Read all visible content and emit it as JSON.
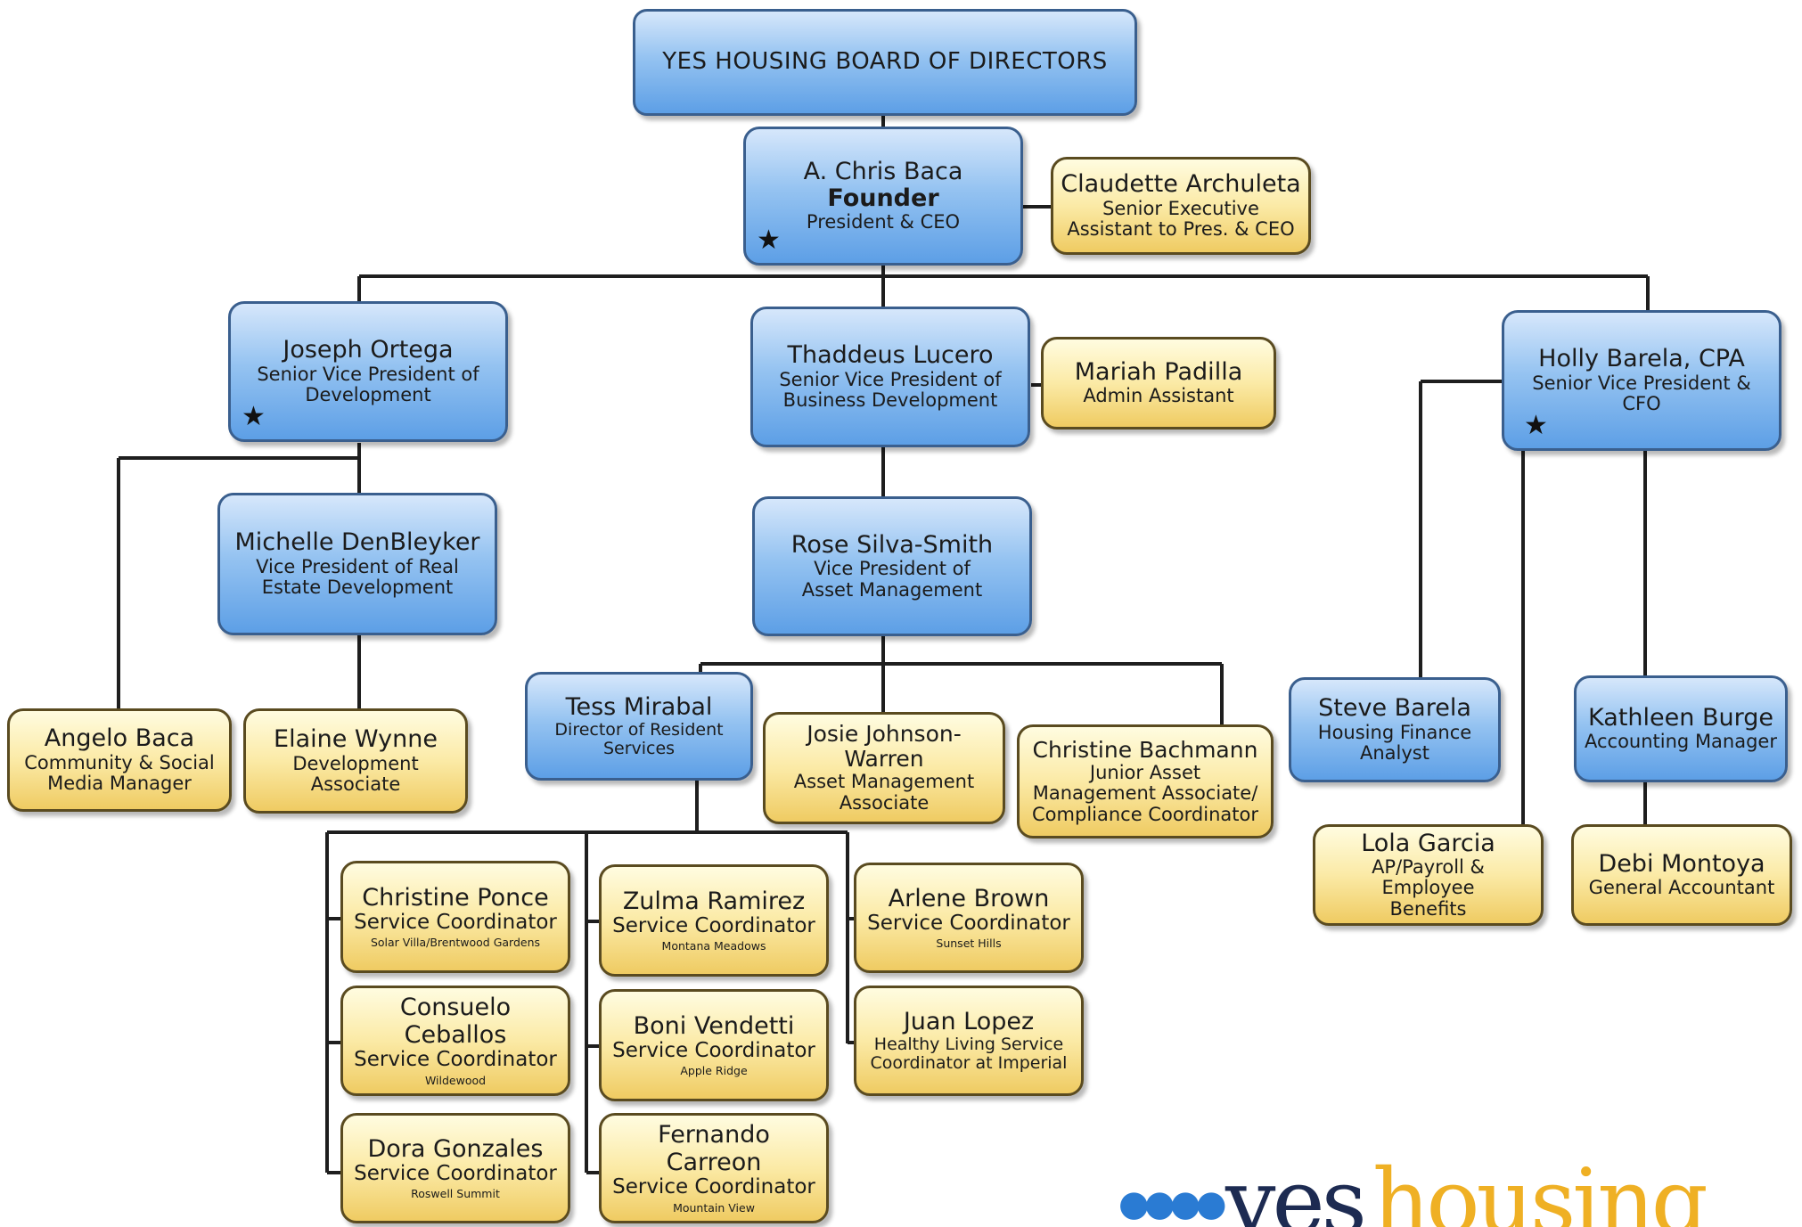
{
  "board": {
    "title": "YES HOUSING BOARD OF DIRECTORS"
  },
  "founder": {
    "name": "A.  Chris Baca",
    "title": "Founder",
    "role": "President & CEO"
  },
  "exec_assistant": {
    "name": "Claudette Archuleta",
    "role_line1": "Senior Executive",
    "role_line2": "Assistant to Pres. & CEO"
  },
  "ortega": {
    "name": "Joseph Ortega",
    "role_line1": "Senior Vice President of",
    "role_line2": "Development"
  },
  "lucero": {
    "name": "Thaddeus Lucero",
    "role_line1": "Senior Vice President of",
    "role_line2": "Business Development"
  },
  "padilla": {
    "name": "Mariah Padilla",
    "role": "Admin Assistant"
  },
  "holly": {
    "name": "Holly Barela, CPA",
    "role_line1": "Senior Vice President &",
    "role_line2": "CFO"
  },
  "denbleyker": {
    "name": "Michelle DenBleyker",
    "role_line1": "Vice President of Real",
    "role_line2": "Estate Development"
  },
  "silva": {
    "name": "Rose Silva-Smith",
    "role_line1": "Vice President of",
    "role_line2": "Asset Management"
  },
  "angelo": {
    "name": "Angelo Baca",
    "role_line1": "Community & Social",
    "role_line2": "Media Manager"
  },
  "elaine": {
    "name": "Elaine Wynne",
    "role_line1": "Development",
    "role_line2": "Associate"
  },
  "tess": {
    "name": "Tess Mirabal",
    "role_line1": "Director of Resident",
    "role_line2": "Services"
  },
  "josie": {
    "name_line1": "Josie Johnson-",
    "name_line2": "Warren",
    "role_line1": "Asset Management",
    "role_line2": "Associate"
  },
  "bachmann": {
    "name": "Christine Bachmann",
    "role_line1": "Junior Asset",
    "role_line2": "Management Associate/",
    "role_line3": "Compliance Coordinator"
  },
  "steve": {
    "name": "Steve Barela",
    "role_line1": "Housing Finance",
    "role_line2": "Analyst"
  },
  "kathleen": {
    "name": "Kathleen Burge",
    "role": "Accounting Manager"
  },
  "lola": {
    "name": "Lola Garcia",
    "role_line1": "AP/Payroll & Employee",
    "role_line2": "Benefits"
  },
  "debi": {
    "name": "Debi Montoya",
    "role": "General Accountant"
  },
  "ponce": {
    "name": "Christine Ponce",
    "role": "Service Coordinator",
    "site": "Solar Villa/Brentwood Gardens"
  },
  "ceballos": {
    "name": "Consuelo Ceballos",
    "role": "Service Coordinator",
    "site": "Wildewood"
  },
  "gonzales": {
    "name": "Dora Gonzales",
    "role": "Service Coordinator",
    "site": "Roswell Summit"
  },
  "ramirez": {
    "name": "Zulma Ramirez",
    "role": "Service Coordinator",
    "site": "Montana Meadows"
  },
  "vendetti": {
    "name": "Boni Vendetti",
    "role": "Service Coordinator",
    "site": "Apple Ridge"
  },
  "carreon": {
    "name": "Fernando Carreon",
    "role": "Service Coordinator",
    "site": "Mountain View"
  },
  "brown": {
    "name": "Arlene Brown",
    "role": "Service Coordinator",
    "site": "Sunset Hills"
  },
  "lopez": {
    "name": "Juan Lopez",
    "role_line1": "Healthy Living Service",
    "role_line2": "Coordinator at Imperial"
  },
  "logo": {
    "part1": "yes",
    "part2": "housing"
  },
  "colors": {
    "blue_box": "#7fb2ec",
    "yellow_box": "#f7df8a",
    "connector": "#1e1e1e",
    "logo_blue": "#1d2b52",
    "logo_gold": "#efb024"
  }
}
